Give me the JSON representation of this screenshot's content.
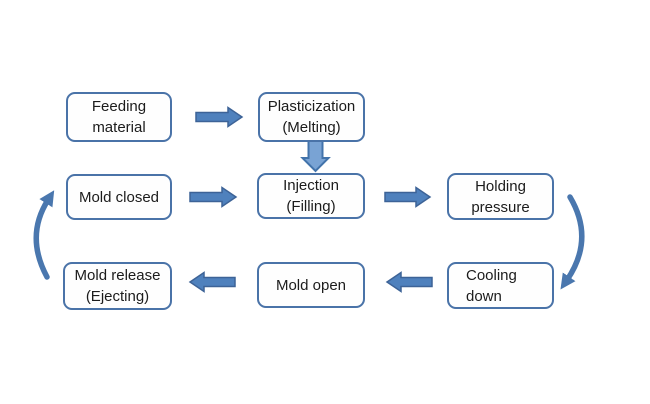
{
  "diagram": {
    "boxes": [
      {
        "id": "feeding-material",
        "label": "Feeding material",
        "line1": "Feeding",
        "line2": "material"
      },
      {
        "id": "plasticization",
        "label": "Plasticization (Melting)",
        "line1": "Plasticization",
        "line2": "(Melting)"
      },
      {
        "id": "mold-closed",
        "label": "Mold closed",
        "line1": "Mold closed"
      },
      {
        "id": "injection",
        "label": "Injection (Filling)",
        "line1": "Injection",
        "line2": "(Filling)"
      },
      {
        "id": "holding-pressure",
        "label": "Holding pressure",
        "line1": "Holding",
        "line2": "pressure"
      },
      {
        "id": "mold-release",
        "label": "Mold release (Ejecting)",
        "line1": "Mold release",
        "line2": "(Ejecting)"
      },
      {
        "id": "mold-open",
        "label": "Mold open",
        "line1": "Mold open"
      },
      {
        "id": "cooling-down",
        "label": "Cooling down",
        "line1": "Cooling",
        "line2": "down"
      }
    ],
    "connections": [
      {
        "from": "Feeding material",
        "to": "Plasticization (Melting)",
        "style": "block-arrow-right"
      },
      {
        "from": "Plasticization (Melting)",
        "to": "Injection (Filling)",
        "style": "block-arrow-down"
      },
      {
        "from": "Mold closed",
        "to": "Injection (Filling)",
        "style": "block-arrow-right"
      },
      {
        "from": "Injection (Filling)",
        "to": "Holding pressure",
        "style": "block-arrow-right"
      },
      {
        "from": "Holding pressure",
        "to": "Cooling down",
        "style": "curved-arrow-down"
      },
      {
        "from": "Cooling down",
        "to": "Mold open",
        "style": "block-arrow-left"
      },
      {
        "from": "Mold open",
        "to": "Mold release (Ejecting)",
        "style": "block-arrow-left"
      },
      {
        "from": "Mold release (Ejecting)",
        "to": "Mold closed",
        "style": "curved-arrow-up"
      }
    ],
    "palette": {
      "box_border": "#4a73a8",
      "box_fill": "#fefefe",
      "block_arrow_fill": "#4f81bd",
      "block_arrow_stroke": "#3d6397",
      "down_arrow_fill": "#79a3d4",
      "down_arrow_stroke": "#4273ab",
      "curved_arrow": "#4a77ae",
      "text": "#1c1c1c",
      "background": "#ffffff"
    }
  }
}
